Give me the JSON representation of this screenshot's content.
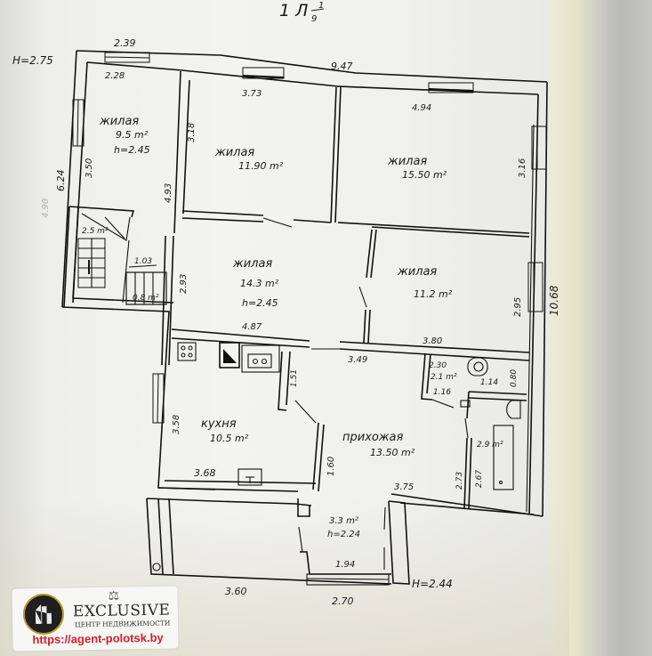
{
  "header": {
    "title_fragment": "1 Л",
    "sheet_fraction_top": "1",
    "sheet_fraction_bottom": "9"
  },
  "heights": {
    "main_house": "H=2.75",
    "extension": "H=2.44"
  },
  "rooms": [
    {
      "id": "living-1",
      "name": "жилая",
      "area": "9.5 m²",
      "ceiling": "h=2.45"
    },
    {
      "id": "living-2",
      "name": "жилая",
      "area": "11.90 m²"
    },
    {
      "id": "living-3",
      "name": "жилая",
      "area": "15.50 m²"
    },
    {
      "id": "living-4",
      "name": "жилая",
      "area": "14.3 m²",
      "ceiling": "h=2.45"
    },
    {
      "id": "living-5",
      "name": "жилая",
      "area": "11.2 m²"
    },
    {
      "id": "kitchen",
      "name": "кухня",
      "area": "10.5 m²"
    },
    {
      "id": "hallway",
      "name": "прихожая",
      "area": "13.50 m²"
    },
    {
      "id": "stair",
      "area": "2.5 m²"
    },
    {
      "id": "closet",
      "area": "0.8 m²"
    },
    {
      "id": "wc",
      "area": "2.1 m²"
    },
    {
      "id": "bathroom",
      "area": "2.9 m²"
    },
    {
      "id": "porch",
      "area": "3.3 m²",
      "ceiling": "h=2.24"
    }
  ],
  "dimensions": {
    "top_left_window": "2.39",
    "living1_width": "2.28",
    "top_overall": "9.47",
    "living2_width": "3.73",
    "living3_width": "4.94",
    "left_overall": "6.24",
    "living1_height": "3.50",
    "living2_height": "3.18",
    "stair_side": "4.93",
    "living3_height": "3.16",
    "right_overall": "10.68",
    "closet_width": "1.03",
    "living4_height": "2.93",
    "living4_width": "4.87",
    "living5_height": "2.95",
    "living5_width": "3.80",
    "hall_top": "3.49",
    "kitchen_partition": "1.51",
    "wc_width": "2.30",
    "wc_inner": "1.14",
    "wc_side": "0.80",
    "wc_door": "1.16",
    "kitchen_height": "3.58",
    "kitchen_width": "3.68",
    "hall_partition": "1.60",
    "hall_bottom": "3.75",
    "hall_right": "2.73",
    "bath_height": "2.67",
    "ext_left": "3.60",
    "porch_inner": "1.94",
    "porch_bottom": "2.70",
    "faint_left": "4.90"
  },
  "watermark": {
    "brand": "EXCLUSIVE",
    "subtitle": "ЦЕНТР НЕДВИЖИМОСТИ",
    "url": "https://agent-polotsk.by",
    "url_color": "#d21f2b"
  }
}
